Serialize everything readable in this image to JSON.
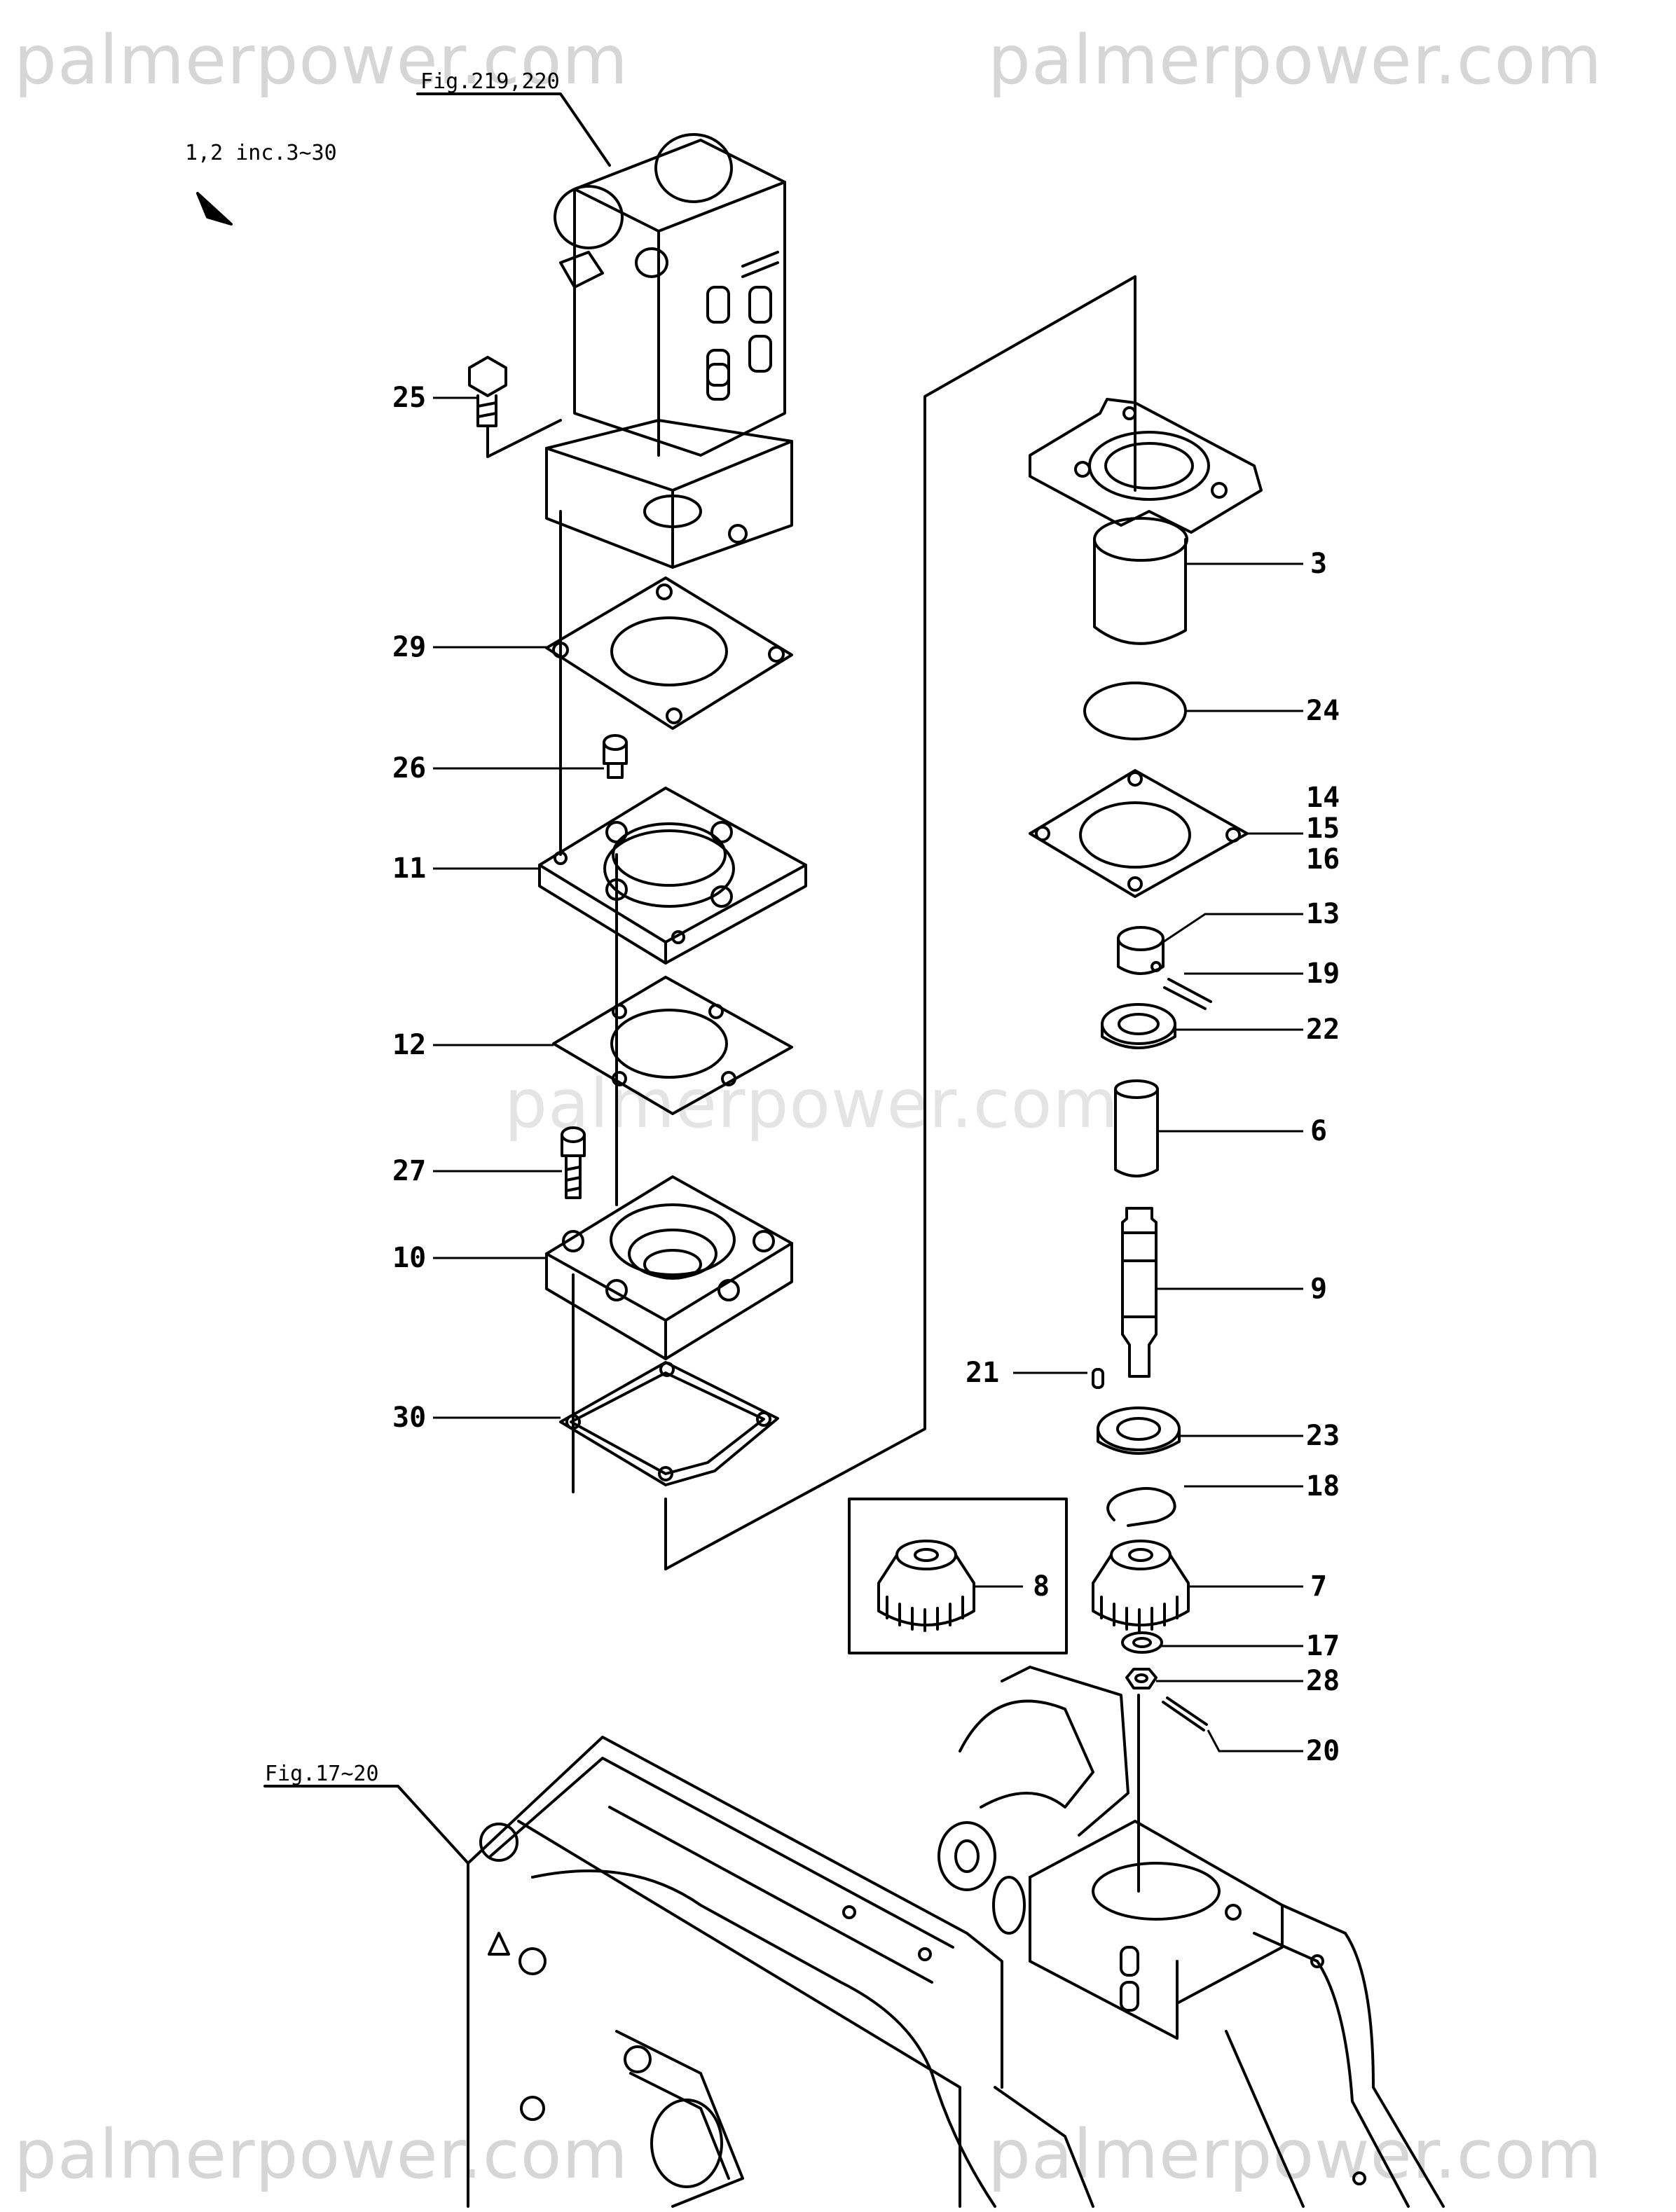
{
  "watermarks": [
    "palmerpower.com",
    "palmerpower.com",
    "palmerpower.com",
    "palmerpower.com",
    "palmerpower.com"
  ],
  "header_note": "1,2 inc.3∼30",
  "fig_refs": {
    "top": "Fig.219,220",
    "bottom": "Fig.17∼20"
  },
  "parts": {
    "p3": "3",
    "p24": "24",
    "p14": "14",
    "p15": "15",
    "p16": "16",
    "p13": "13",
    "p19": "19",
    "p22": "22",
    "p6": "6",
    "p9": "9",
    "p21": "21",
    "p23": "23",
    "p18": "18",
    "p7": "7",
    "p17": "17",
    "p28": "28",
    "p20": "20",
    "p8": "8",
    "p25": "25",
    "p29": "29",
    "p26": "26",
    "p11": "11",
    "p12": "12",
    "p27": "27",
    "p10": "10",
    "p30": "30"
  }
}
